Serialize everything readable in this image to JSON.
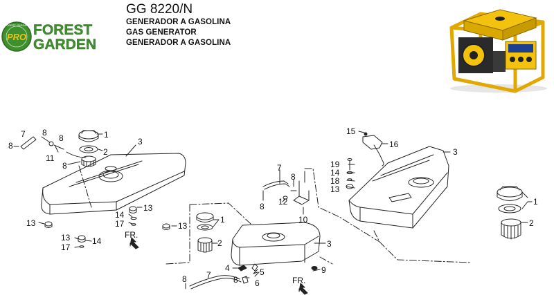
{
  "header": {
    "model": "GG 8220/N",
    "subtitle_lines": [
      "GENERADOR A GASOLINA",
      "GAS GENERATOR",
      "GENERADOR A GASOLINA"
    ]
  },
  "brand": {
    "badge": "PRO",
    "badge_ring_text": "FOREST GARDEN",
    "line1": "FOREST",
    "line2": "GARDEN",
    "green": "#3f8f2f",
    "yellow": "#f2c20f"
  },
  "diagram": {
    "callouts": [
      {
        "id": "c-8-a",
        "text": "8"
      },
      {
        "id": "c-7-a",
        "text": "7"
      },
      {
        "id": "c-8-b",
        "text": "8"
      },
      {
        "id": "c-8-c",
        "text": "8"
      },
      {
        "id": "c-11",
        "text": "11"
      },
      {
        "id": "c-8-d",
        "text": "8"
      },
      {
        "id": "c-1-a",
        "text": "1"
      },
      {
        "id": "c-2-a",
        "text": "2"
      },
      {
        "id": "c-3-a",
        "text": "3"
      },
      {
        "id": "c-13-a",
        "text": "13"
      },
      {
        "id": "c-14-a",
        "text": "14"
      },
      {
        "id": "c-17-a",
        "text": "17"
      },
      {
        "id": "c-13-b",
        "text": "13"
      },
      {
        "id": "c-13-c",
        "text": "13"
      },
      {
        "id": "c-14-b",
        "text": "14"
      },
      {
        "id": "c-17-b",
        "text": "17"
      },
      {
        "id": "c-13-d",
        "text": "13"
      },
      {
        "id": "c-1-b",
        "text": "1"
      },
      {
        "id": "c-2-b",
        "text": "2"
      },
      {
        "id": "c-3-b",
        "text": "3"
      },
      {
        "id": "c-7-b",
        "text": "7"
      },
      {
        "id": "c-8-e",
        "text": "8"
      },
      {
        "id": "c-12",
        "text": "12"
      },
      {
        "id": "c-8-f",
        "text": "8"
      },
      {
        "id": "c-10",
        "text": "10"
      },
      {
        "id": "c-4",
        "text": "4"
      },
      {
        "id": "c-5",
        "text": "5"
      },
      {
        "id": "c-8-g",
        "text": "8"
      },
      {
        "id": "c-7-c",
        "text": "7"
      },
      {
        "id": "c-6",
        "text": "6"
      },
      {
        "id": "c-8-h",
        "text": "8"
      },
      {
        "id": "c-9",
        "text": "9"
      },
      {
        "id": "c-15",
        "text": "15"
      },
      {
        "id": "c-16",
        "text": "16"
      },
      {
        "id": "c-19",
        "text": "19"
      },
      {
        "id": "c-14-c",
        "text": "14"
      },
      {
        "id": "c-18",
        "text": "18"
      },
      {
        "id": "c-13-e",
        "text": "13"
      },
      {
        "id": "c-3-c",
        "text": "3"
      },
      {
        "id": "c-1-c",
        "text": "1"
      },
      {
        "id": "c-2-c",
        "text": "2"
      }
    ],
    "fr_label": "FR.",
    "line_color": "#222222"
  }
}
